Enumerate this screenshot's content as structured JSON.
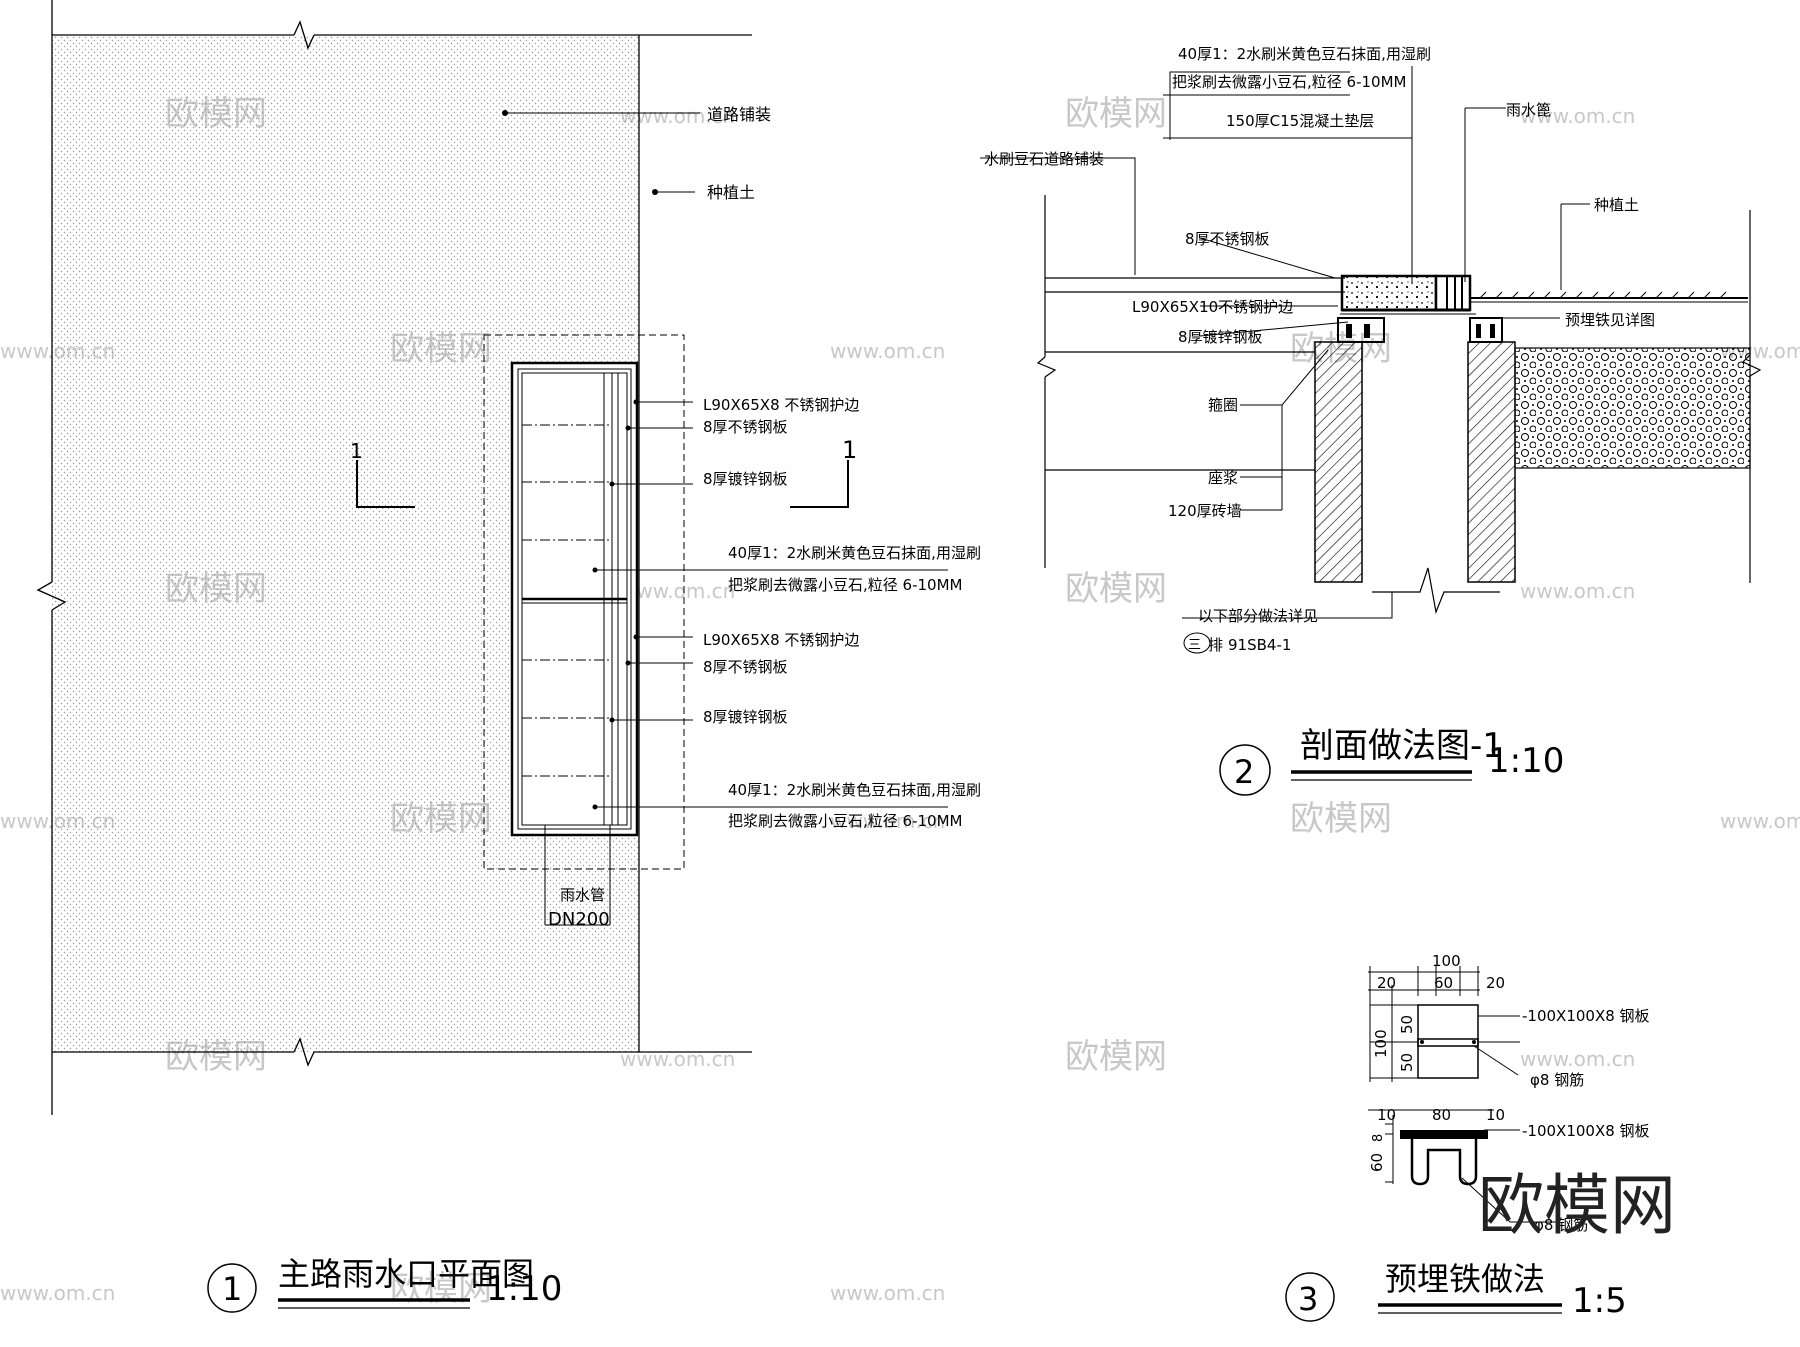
{
  "plan": {
    "labels": {
      "paving": "道路铺装",
      "soil": "种植土",
      "edge1": "L90X65X8  不锈钢护边",
      "ss1": "8厚不锈钢板",
      "galv1": "8厚镀锌钢板",
      "finish1a": "40厚1：2水刷米黄色豆石抹面,用湿刷",
      "finish1b": "把浆刷去微露小豆石,粒径 6-10MM",
      "edge2": "L90X65X8  不锈钢护边",
      "ss2": "8厚不锈钢板",
      "galv2": "8厚镀锌钢板",
      "finish2a": "40厚1：2水刷米黄色豆石抹面,用湿刷",
      "finish2b": "把浆刷去微露小豆石,粒径 6-10MM",
      "pipe1": "雨水管",
      "pipe2": "DN200",
      "sec_left": "1",
      "sec_right": "1"
    },
    "title": {
      "num": "1",
      "text": "主路雨水口平面图",
      "scale": "1:10"
    }
  },
  "section": {
    "labels": {
      "top1": "40厚1：2水刷米黄色豆石抹面,用湿刷",
      "top2": "把浆刷去微露小豆石,粒径 6-10MM",
      "top3": "150厚C15混凝土垫层",
      "grate": "雨水篦",
      "paving": "水刷豆石道路铺装",
      "soil": "种植土",
      "ss": "8厚不锈钢板",
      "edge": "L90X65X10不锈钢护边",
      "galv": "8厚镀锌钢板",
      "embed": "预埋铁见详图",
      "ring": "箍圈",
      "mortar": "座浆",
      "brick": "120厚砖墙",
      "below": "以下部分做法详见",
      "ref": "91SB4-1",
      "ref_prefix": "三",
      "ref_mid": "排"
    },
    "title": {
      "num": "2",
      "text": "剖面做法图-1",
      "scale": "1:10"
    }
  },
  "embed": {
    "dims": {
      "w100": "100",
      "l20": "20",
      "m60": "60",
      "r20": "20",
      "h100": "100",
      "h50a": "50",
      "h50b": "50",
      "b10a": "10",
      "b80": "80",
      "b10b": "10",
      "s8": "8",
      "s60": "60"
    },
    "labels": {
      "plate1": "-100X100X8  钢板",
      "bar1": "φ8 钢筋",
      "plate2": "-100X100X8 钢板",
      "bar2": "φ8 钢筋"
    },
    "title": {
      "num": "3",
      "text": "预埋铁做法",
      "scale": "1:5"
    }
  },
  "watermark": {
    "brand": "欧模网",
    "url": "www.om.cn"
  }
}
